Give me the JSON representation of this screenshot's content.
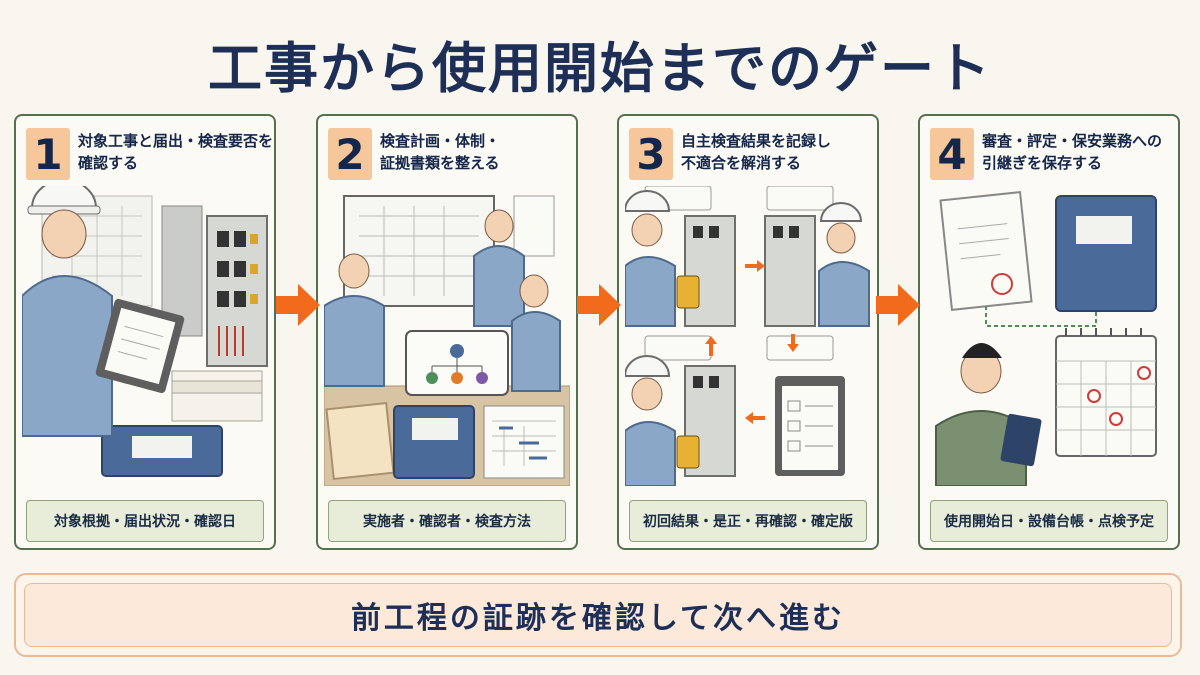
{
  "title": "工事から使用開始までのゲート",
  "steps": [
    {
      "number": "1",
      "heading_line1": "対象工事と届出・検査要否を",
      "heading_line2": "確認する",
      "caption": "対象根拠・届出状況・確認日"
    },
    {
      "number": "2",
      "heading_line1": "検査計画・体制・",
      "heading_line2": "証拠書類を整える",
      "caption": "実施者・確認者・検査方法"
    },
    {
      "number": "3",
      "heading_line1": "自主検査結果を記録し",
      "heading_line2": "不適合を解消する",
      "caption": "初回結果・是正・再確認・確定版"
    },
    {
      "number": "4",
      "heading_line1": "審査・評定・保安業務への",
      "heading_line2": "引継ぎを保存する",
      "caption": "使用開始日・設備台帳・点検予定"
    }
  ],
  "banner": "前工程の証跡を確認して次へ進む",
  "colors": {
    "accent_arrow": "#f26a1b",
    "panel_border": "#55704f",
    "number_bg": "#f5c79a",
    "title": "#1d2f57"
  }
}
